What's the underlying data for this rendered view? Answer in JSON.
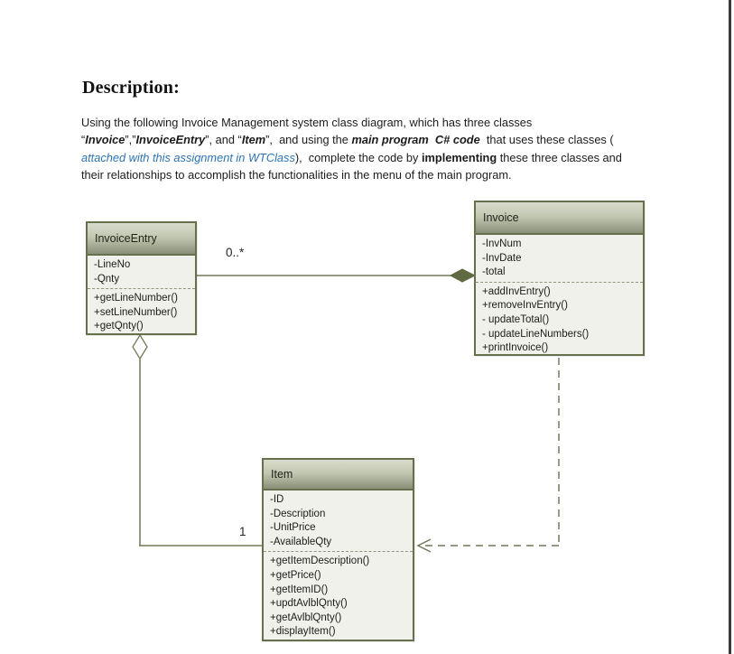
{
  "description": {
    "heading": "Description:",
    "segments": [
      {
        "text": "Using the following Invoice Management system class diagram, which has three classes"
      },
      {
        "br": true
      },
      {
        "text": "“"
      },
      {
        "text": "Invoice",
        "style": "bi"
      },
      {
        "text": "”,”"
      },
      {
        "text": "InvoiceEntry",
        "style": "bi"
      },
      {
        "text": "”, and “"
      },
      {
        "text": "Item",
        "style": "bi"
      },
      {
        "text": "”,  and using the "
      },
      {
        "text": "main program  C# code",
        "style": "bi"
      },
      {
        "text": "  that uses these classes ("
      },
      {
        "br": true
      },
      {
        "text": "attached with this assignment in WTClass",
        "style": "ib",
        "name": "wtclass-link",
        "interactable": true
      },
      {
        "text": "),  complete the code by "
      },
      {
        "text": "implementing",
        "style": "b"
      },
      {
        "text": " these three classes and"
      },
      {
        "br": true
      },
      {
        "text": "their relationships to accomplish the functionalities in the menu of the main program."
      }
    ]
  },
  "diagram": {
    "classes": {
      "invoice_entry": {
        "name": "InvoiceEntry",
        "attributes": [
          "-LineNo",
          "-Qnty"
        ],
        "methods": [
          "+getLineNumber()",
          "+setLineNumber()",
          "+getQnty()"
        ]
      },
      "invoice": {
        "name": "Invoice",
        "attributes": [
          "-InvNum",
          "-InvDate",
          "-total"
        ],
        "methods": [
          "+addInvEntry()",
          "+removeInvEntry()",
          "- updateTotal()",
          "- updateLineNumbers()",
          "+printInvoice()"
        ]
      },
      "item": {
        "name": "Item",
        "attributes": [
          "-ID",
          "-Description",
          "-UnitPrice",
          "-AvailableQty"
        ],
        "methods": [
          "+getItemDescription()",
          "+getPrice()",
          "+getItemID()",
          "+updtAvlblQnty()",
          "+getAvlblQnty()",
          "+displayItem()"
        ]
      }
    },
    "labels": {
      "multiplicity_invoice_end": "0..*",
      "multiplicity_item_end": "1"
    },
    "colors": {
      "box_border": "#66704d",
      "header_gradient_top": "#d9dccc",
      "header_gradient_bottom": "#8a9077",
      "body_background": "#f0f1ea",
      "connector_line": "#72795a",
      "composition_diamond_fill": "#5f6a42",
      "link_blue": "#2e74b5",
      "page_edge": "#3a3a3a"
    }
  }
}
